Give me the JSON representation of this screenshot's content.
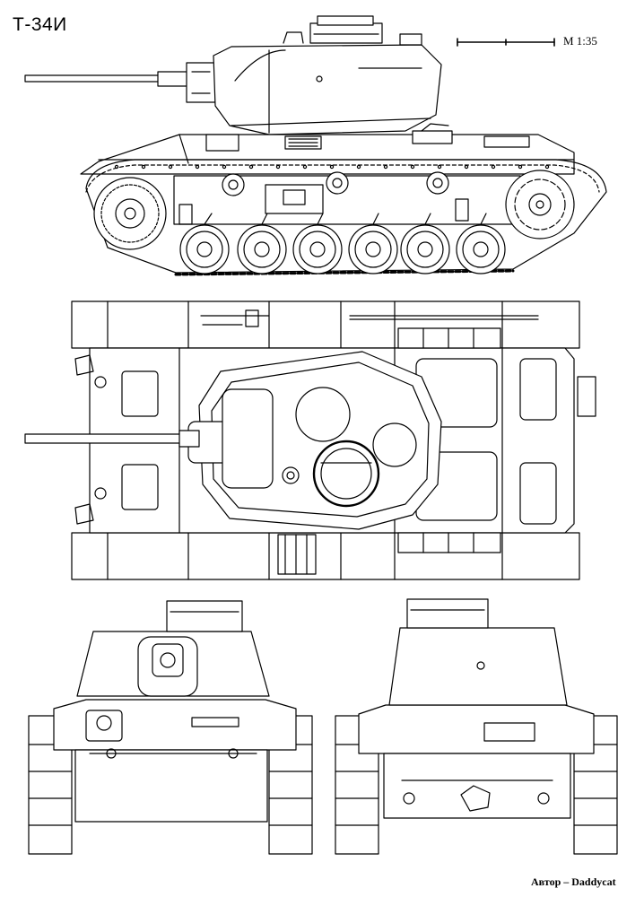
{
  "drawing": {
    "title": "Т-34И",
    "scale": "M 1:35",
    "author": "Автор – Daddycat"
  }
}
